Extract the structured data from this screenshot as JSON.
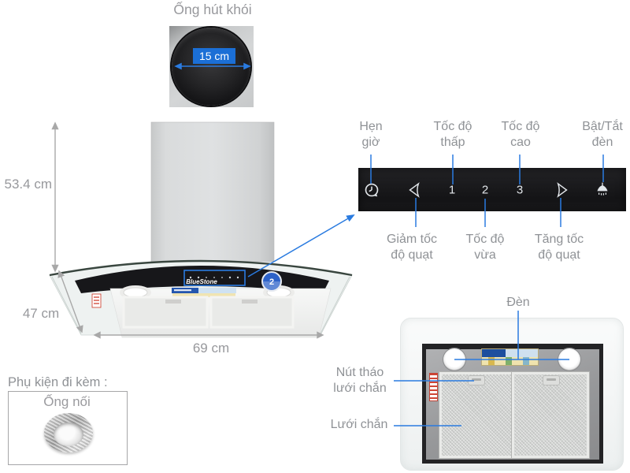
{
  "brand": "BlueStone",
  "badge_text": "2",
  "duct": {
    "title": "Ống hút khói",
    "diameter": "15 cm"
  },
  "dimensions": {
    "height": "53.4 cm",
    "depth": "47 cm",
    "width": "69 cm"
  },
  "controls": {
    "top_labels": [
      "Hẹn giờ",
      "Tốc độ thấp",
      "Tốc độ cao",
      "Bật/Tắt đèn"
    ],
    "bottom_labels": [
      "Giảm tốc độ quạt",
      "Tốc độ vừa",
      "Tăng tốc độ quạt"
    ],
    "speeds": [
      "1",
      "2",
      "3"
    ],
    "icons": [
      "timer-icon",
      "decrease-speed-icon",
      "increase-speed-icon",
      "light-toggle-icon"
    ]
  },
  "accessory": {
    "title": "Phụ kiện đi kèm :",
    "item": "Ống nối"
  },
  "underside": {
    "light_label": "Đèn",
    "release_label": "Nút tháo lưới chắn",
    "filter_label": "Lưới chắn"
  },
  "colors": {
    "accent_blue": "#2a7be0",
    "measure_blue": "#1b6fd6",
    "label_gray": "#8f9296",
    "panel_black": "#1a1a1c"
  }
}
